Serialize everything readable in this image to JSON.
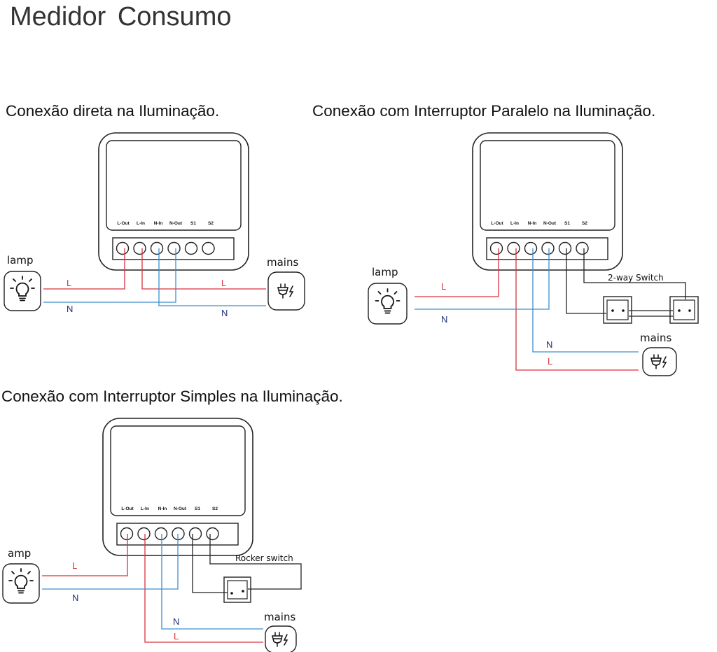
{
  "title": "Medidor Consumo",
  "sections": [
    {
      "heading": "Conexão direta na Iluminação."
    },
    {
      "heading": "Conexão com Interruptor Paralelo na Iluminação."
    },
    {
      "heading": "Conexão com Interruptor Simples na Iluminação."
    }
  ],
  "terminals": [
    "L-Out",
    "L-In",
    "N-In",
    "N-Out",
    "S1",
    "S2"
  ],
  "labels": {
    "lamp": "lamp",
    "lamp_cropped": "amp",
    "mains": "mains",
    "line": "L",
    "neutral": "N",
    "two_way_switch": "2-way Switch",
    "rocker_switch": "Rocker switch"
  },
  "colors": {
    "line_wire": "#d9333f",
    "neutral_wire": "#3d8fd1",
    "neutral_text": "#1f2f7a",
    "line_text": "#d9333f",
    "outline": "#222222"
  },
  "icons": [
    "lightbulb-icon",
    "plug-icon"
  ]
}
